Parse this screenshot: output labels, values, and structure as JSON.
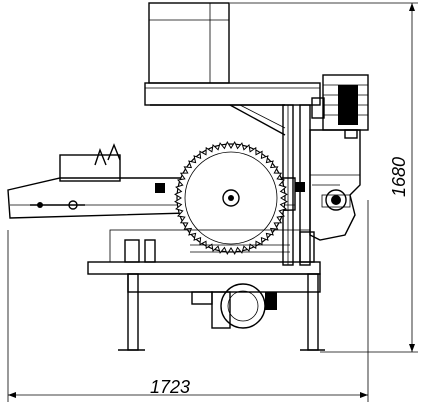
{
  "dimensions": {
    "width_label": "1723",
    "height_label": "1680"
  },
  "components": [
    {
      "name": "upper-frame",
      "shape": "rectangle"
    },
    {
      "name": "drive-motor",
      "shape": "motor"
    },
    {
      "name": "circular-saw-blade",
      "shape": "toothed-disc"
    },
    {
      "name": "infeed-table",
      "shape": "platform"
    },
    {
      "name": "base-frame",
      "shape": "legs"
    },
    {
      "name": "lower-motor-wheel",
      "shape": "circle"
    }
  ],
  "colors": {
    "line": "#000000",
    "background": "#ffffff"
  }
}
